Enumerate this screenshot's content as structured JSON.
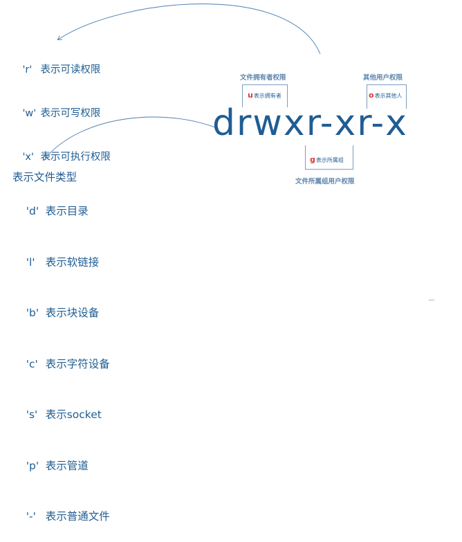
{
  "permission_list": [
    {
      "code": "'r'",
      "text": "表示可读权限"
    },
    {
      "code": "'w'",
      "text": "表示可写权限"
    },
    {
      "code": "'x'",
      "text": "表示可执行权限"
    }
  ],
  "type_list": {
    "title": "表示文件类型",
    "items": [
      {
        "code": "'d'",
        "text": "表示目录"
      },
      {
        "code": "'l'",
        "text": "表示软链接"
      },
      {
        "code": "'b'",
        "text": "表示块设备"
      },
      {
        "code": "'c'",
        "text": "表示字符设备"
      },
      {
        "code": "'s'",
        "text": "表示socket"
      },
      {
        "code": "'p'",
        "text": "表示管道"
      },
      {
        "code": "'-'",
        "text": "表示普通文件"
      }
    ]
  },
  "mode_string": "drwxr-xr-x",
  "groups": {
    "owner": {
      "title": "文件拥有者权限",
      "letter": "u",
      "desc": "表示拥有者"
    },
    "group": {
      "title": "文件所属组用户权限",
      "letter": "g",
      "desc": "表示所属组"
    },
    "other": {
      "title": "其他用户权限",
      "letter": "o",
      "desc": "表示其他人"
    }
  },
  "colors": {
    "text_main": "#1f5d93",
    "text_label": "#5f86ac",
    "letter_accent": "#d23a30",
    "bracket": "#7a9cc0",
    "arrow": "#4a7fb0"
  }
}
